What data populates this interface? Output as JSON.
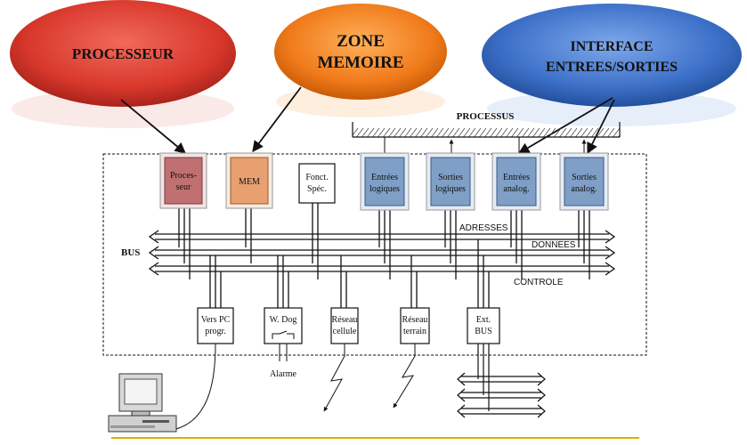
{
  "bubbles": {
    "processor": {
      "label": "PROCESSEUR",
      "color": "#d9382c"
    },
    "memory": {
      "line1": "ZONE",
      "line2": "MEMOIRE",
      "color": "#f07a1a"
    },
    "interface": {
      "line1": "INTERFACE",
      "line2": "ENTREES/SORTIES",
      "color": "#3b6fc7"
    }
  },
  "process": {
    "label": "PROCESSUS"
  },
  "modules": {
    "processor": {
      "line1": "Proces-",
      "line2": "seur",
      "color": "#c07070"
    },
    "memory": {
      "label": "MEM",
      "color": "#e8a070"
    },
    "special": {
      "line1": "Fonct.",
      "line2": "Spéc."
    },
    "logic_in": {
      "line1": "Entrées",
      "line2": "logiques",
      "color": "#7f9fc6"
    },
    "logic_out": {
      "line1": "Sorties",
      "line2": "logiques",
      "color": "#7f9fc6"
    },
    "analog_in": {
      "line1": "Entrées",
      "line2": "analog.",
      "color": "#7f9fc6"
    },
    "analog_out": {
      "line1": "Sorties",
      "line2": "analog.",
      "color": "#7f9fc6"
    }
  },
  "bus": {
    "label": "BUS",
    "address": "ADRESSES",
    "data": "DONNEES",
    "control": "CONTROLE"
  },
  "peripherals": {
    "pc": {
      "line1": "Vers PC",
      "line2": "progr."
    },
    "watchdog": {
      "line1": "W. Dog",
      "alarm": "Alarme"
    },
    "cell_net": {
      "line1": "Réseau",
      "line2": "cellule"
    },
    "field_net": {
      "line1": "Réseau",
      "line2": "terrain"
    },
    "ext_bus": {
      "line1": "Ext.",
      "line2": "BUS"
    }
  }
}
